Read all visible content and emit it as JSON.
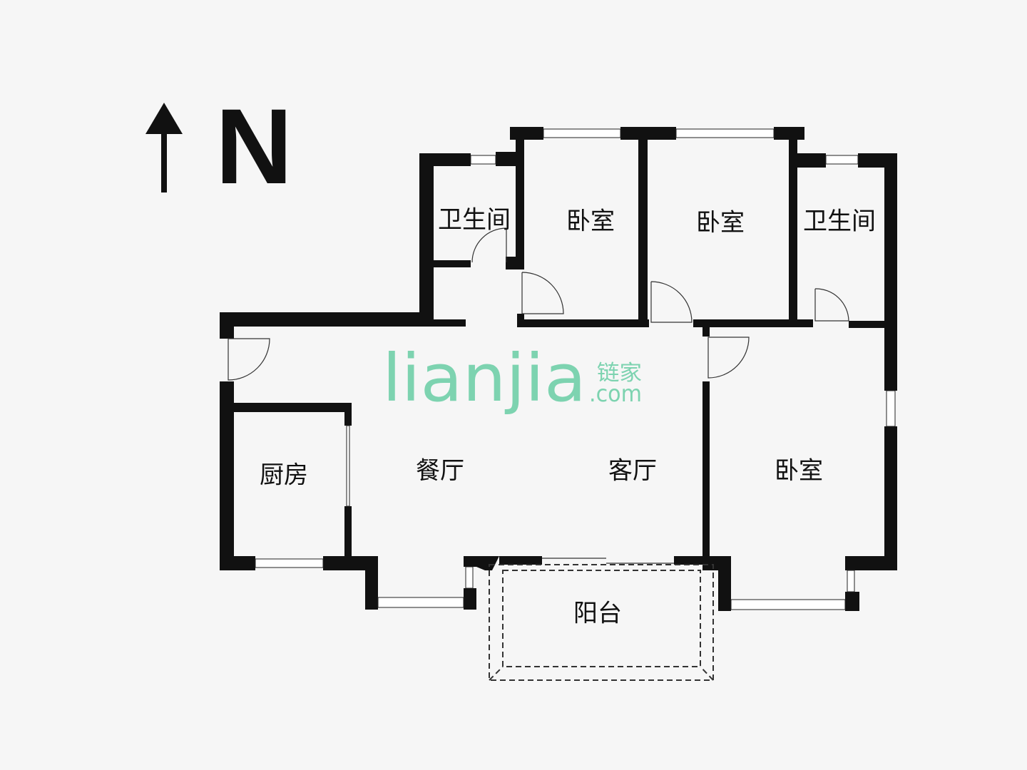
{
  "compass": {
    "label": "N",
    "icon": "north-arrow-icon"
  },
  "rooms": [
    {
      "id": "bathroom-1",
      "label": "卫生间"
    },
    {
      "id": "bedroom-1",
      "label": "卧室"
    },
    {
      "id": "bedroom-2",
      "label": "卧室"
    },
    {
      "id": "bathroom-2",
      "label": "卫生间"
    },
    {
      "id": "kitchen",
      "label": "厨房"
    },
    {
      "id": "dining-room",
      "label": "餐厅"
    },
    {
      "id": "living-room",
      "label": "客厅"
    },
    {
      "id": "bedroom-3",
      "label": "卧室"
    },
    {
      "id": "balcony",
      "label": "阳台"
    }
  ],
  "watermark": {
    "brand": "lianjia",
    "cn": "链家",
    "domain": ".com",
    "color": "#7dd3b0"
  },
  "colors": {
    "wall": "#111111",
    "background": "#f6f6f6"
  }
}
